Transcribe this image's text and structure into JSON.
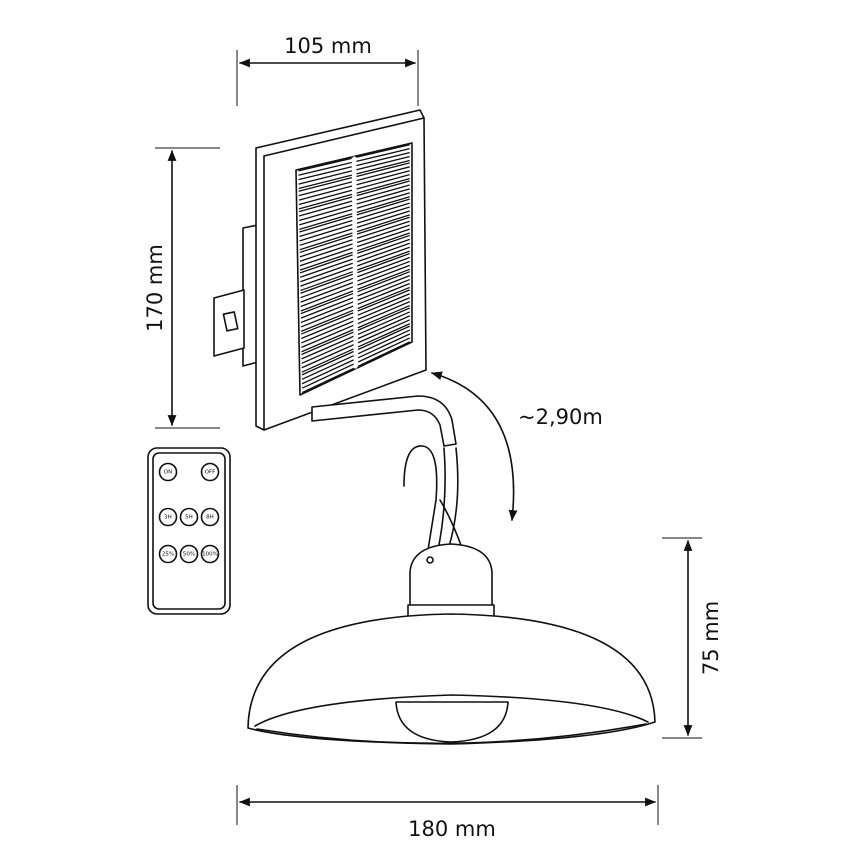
{
  "dimensions": {
    "panel_width": "105 mm",
    "panel_height": "170 mm",
    "cable_length": "~2,90m",
    "lamp_height": "75 mm",
    "lamp_width": "180 mm"
  },
  "remote": {
    "buttons_row1": [
      "ON",
      "OFF"
    ],
    "buttons_row2": [
      "3H",
      "5H",
      "8H"
    ],
    "buttons_row3": [
      "25%",
      "50%",
      "100%"
    ]
  },
  "colors": {
    "line": "#111111",
    "background": "#ffffff"
  }
}
